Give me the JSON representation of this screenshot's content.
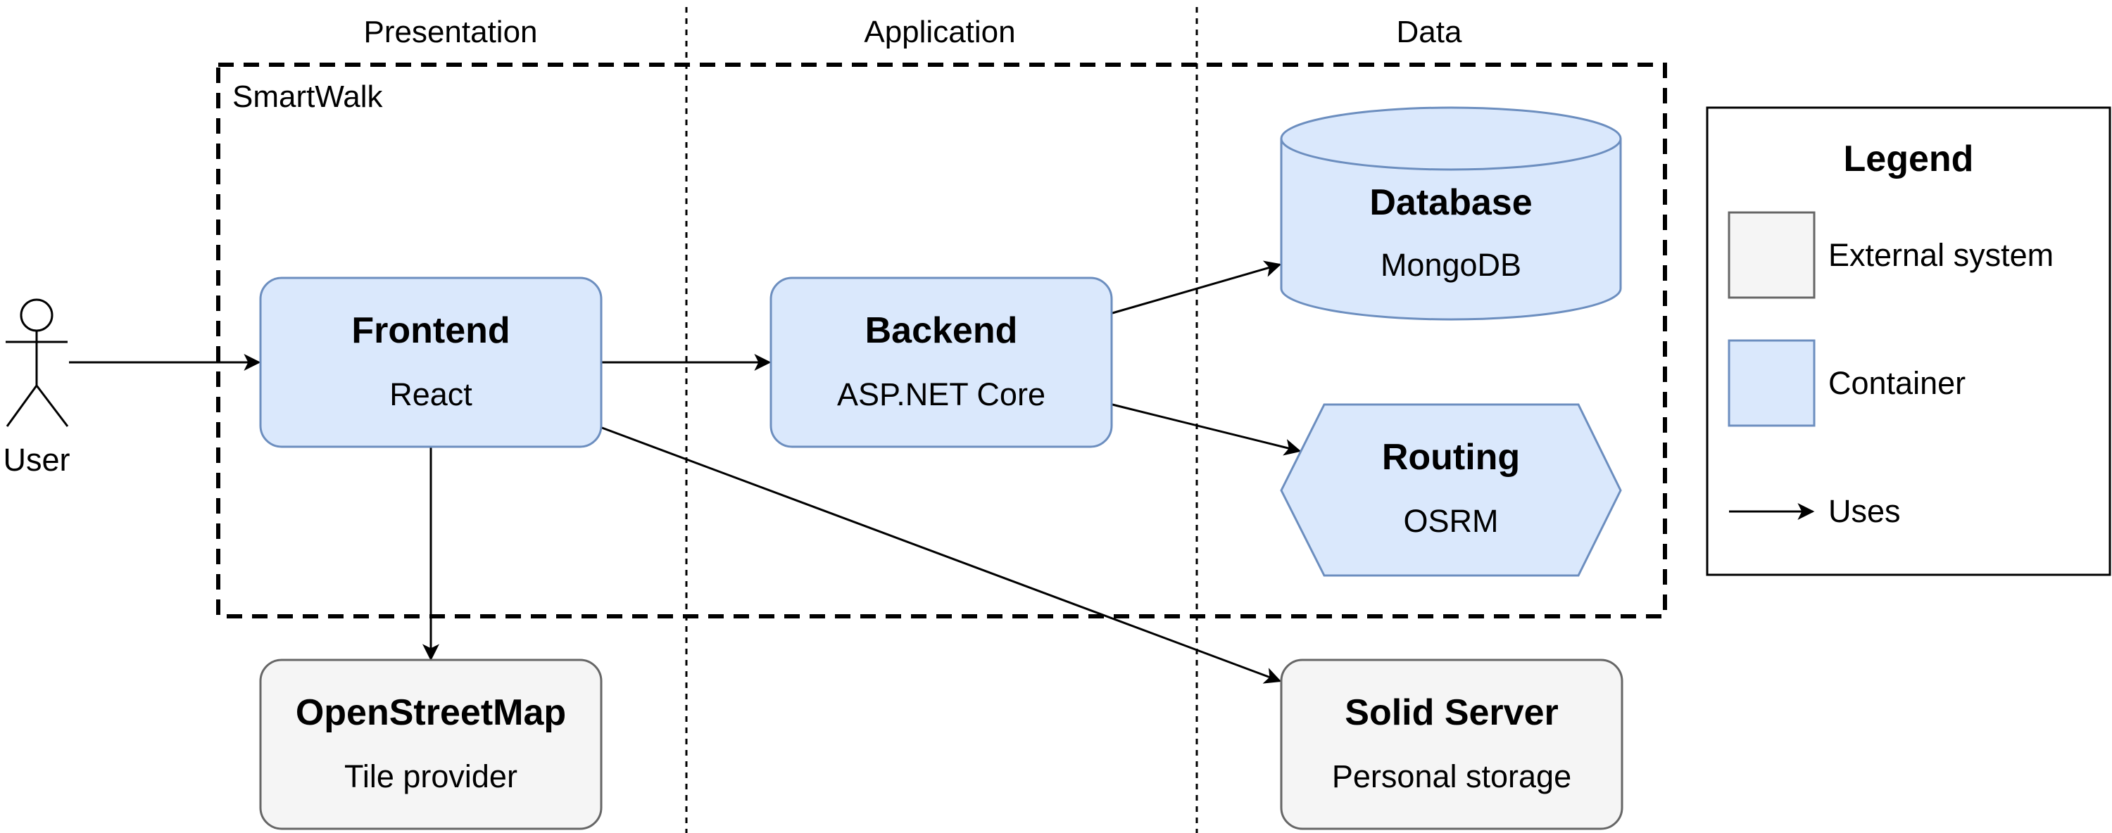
{
  "layers": {
    "presentation": "Presentation",
    "application": "Application",
    "data": "Data"
  },
  "system_boundary": {
    "label": "SmartWalk"
  },
  "actor": {
    "label": "User"
  },
  "nodes": {
    "frontend": {
      "title": "Frontend",
      "subtitle": "React",
      "kind": "container"
    },
    "backend": {
      "title": "Backend",
      "subtitle": "ASP.NET Core",
      "kind": "container"
    },
    "database": {
      "title": "Database",
      "subtitle": "MongoDB",
      "kind": "container",
      "shape": "cylinder"
    },
    "routing": {
      "title": "Routing",
      "subtitle": "OSRM",
      "kind": "container",
      "shape": "hexagon"
    },
    "openstreetmap": {
      "title": "OpenStreetMap",
      "subtitle": "Tile provider",
      "kind": "external"
    },
    "solid_server": {
      "title": "Solid Server",
      "subtitle": "Personal storage",
      "kind": "external"
    }
  },
  "edges": [
    {
      "from": "user",
      "to": "frontend"
    },
    {
      "from": "frontend",
      "to": "backend"
    },
    {
      "from": "backend",
      "to": "database"
    },
    {
      "from": "backend",
      "to": "routing"
    },
    {
      "from": "frontend",
      "to": "openstreetmap"
    },
    {
      "from": "frontend",
      "to": "solid_server"
    }
  ],
  "legend": {
    "title": "Legend",
    "external": "External system",
    "container": "Container",
    "uses": "Uses"
  },
  "colors": {
    "container_fill": "#dae8fc",
    "container_stroke": "#6c8ebf",
    "external_fill": "#f5f5f5",
    "external_stroke": "#666666",
    "line": "#000000"
  }
}
